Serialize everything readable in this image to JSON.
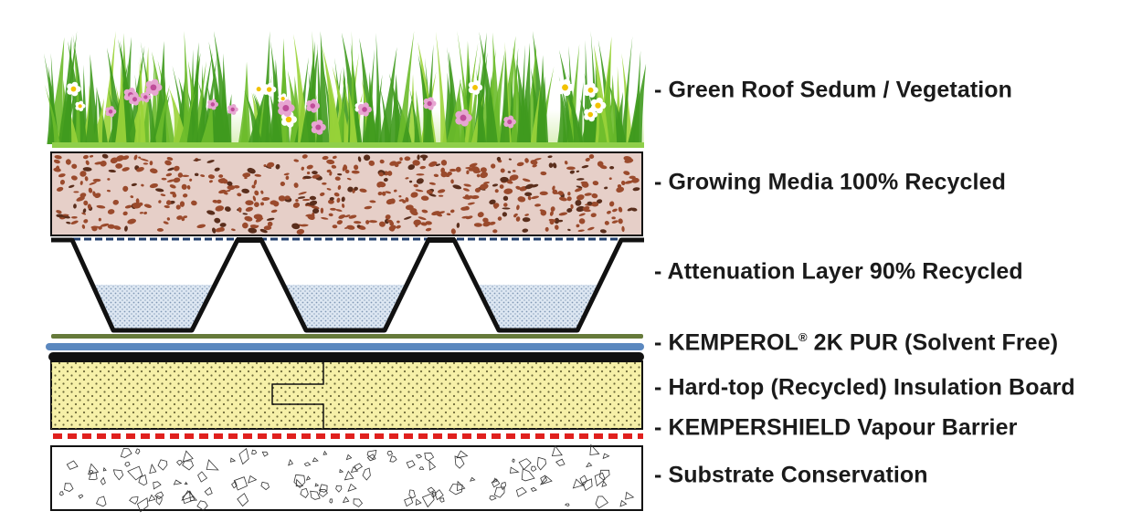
{
  "layers": [
    {
      "id": "vegetation",
      "text": "- Green Roof Sedum / Vegetation"
    },
    {
      "id": "growing",
      "text": "- Growing Media 100% Recycled"
    },
    {
      "id": "attenuation",
      "text": "- Attenuation Layer 90% Recycled"
    },
    {
      "id": "membrane",
      "text_before": "- KEMPEROL",
      "mark": "®",
      "text_after": " 2K PUR (Solvent Free)"
    },
    {
      "id": "insulation",
      "text": "- Hard-top (Recycled) Insulation Board"
    },
    {
      "id": "vapour",
      "text": "- KEMPERSHIELD Vapour Barrier"
    },
    {
      "id": "substrate",
      "text": "- Substrate Conservation"
    }
  ],
  "colors": {
    "grass_dark": "#3f9a1e",
    "grass_light": "#9bd43a",
    "soil_bg": "#e6cfc8",
    "soil_pebble": "#9a4a2c",
    "cell_fill": "#c9d8e8",
    "membrane_green": "#667a3a",
    "membrane_blue": "#5b88bf",
    "insulation_bg": "#f6f0a8",
    "vapour_red": "#e0201e",
    "line": "#111111"
  }
}
